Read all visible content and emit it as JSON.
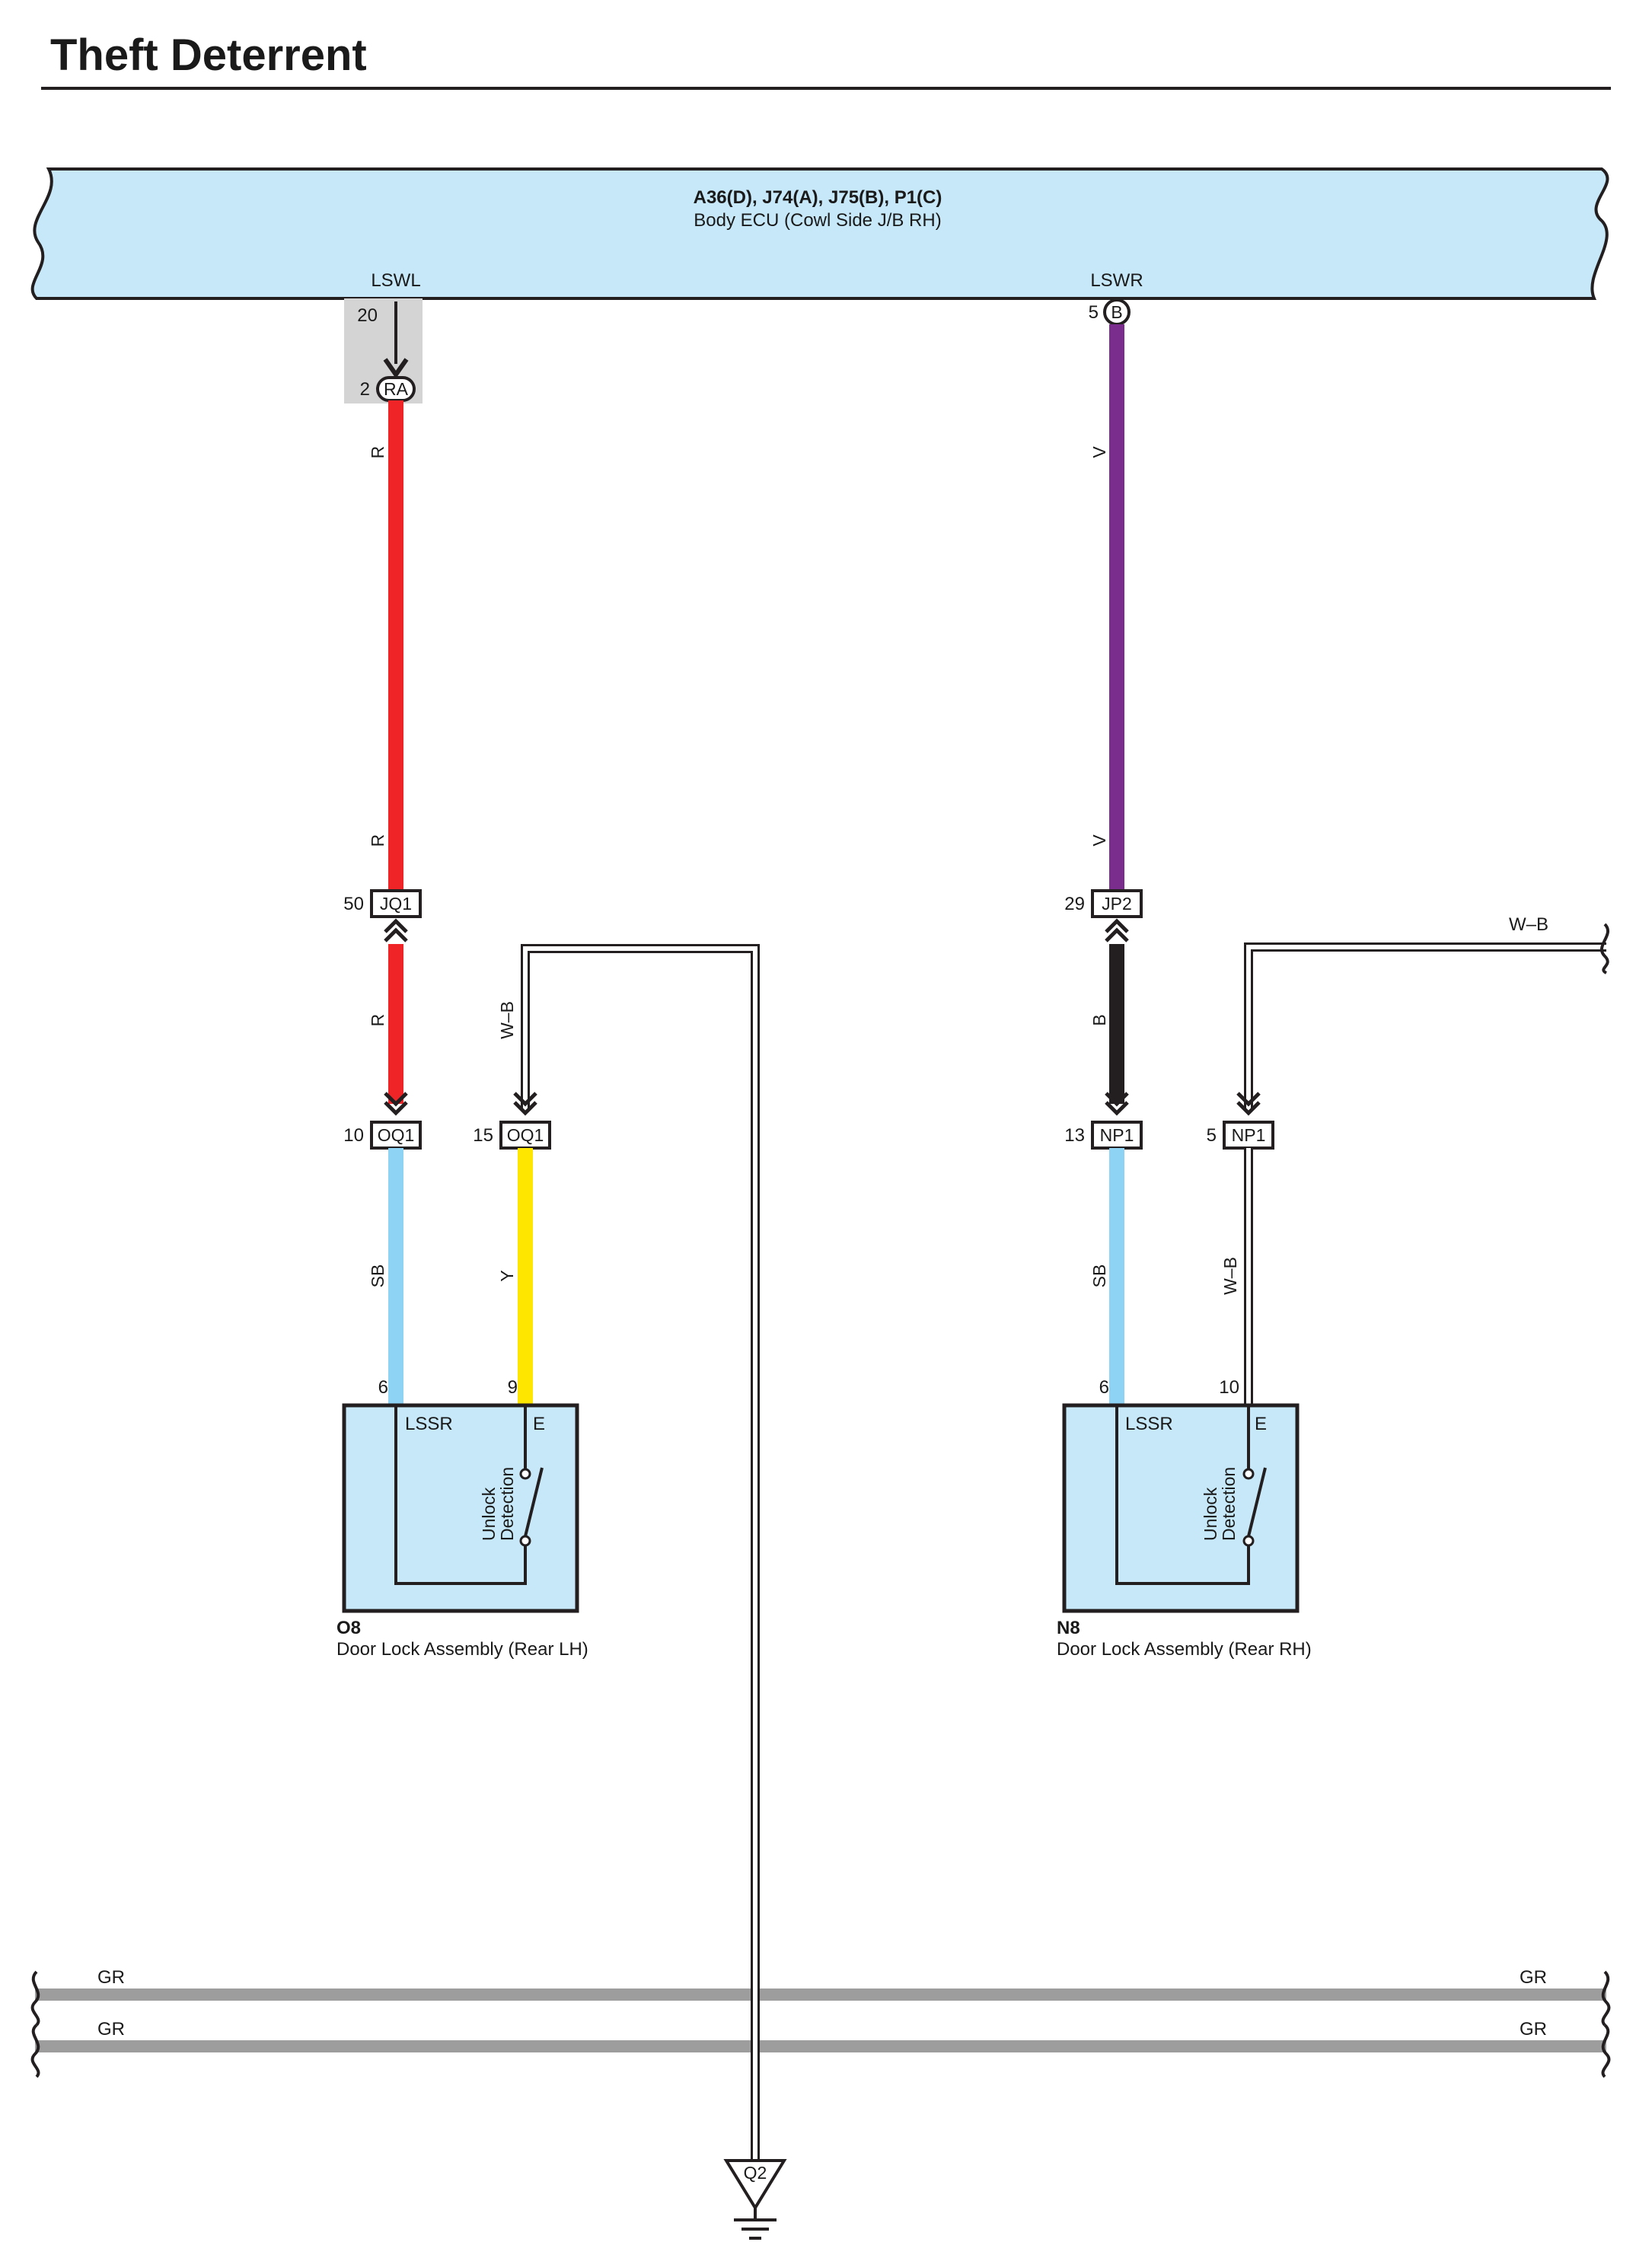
{
  "title": "Theft Deterrent",
  "ecu": {
    "connectors": "A36(D), J74(A), J75(B), P1(C)",
    "name": "Body ECU (Cowl Side J/B RH)",
    "pin_left": "LSWL",
    "pin_right": "LSWR"
  },
  "connectors": {
    "ra": {
      "id": "RA",
      "pin_top": "20",
      "pin": "2"
    },
    "b": {
      "id": "B",
      "pin": "5"
    },
    "jq1": {
      "id": "JQ1",
      "pin": "50"
    },
    "jp2": {
      "id": "JP2",
      "pin": "29"
    },
    "oq1_a": {
      "id": "OQ1",
      "pin": "10"
    },
    "oq1_b": {
      "id": "OQ1",
      "pin": "15"
    },
    "np1_a": {
      "id": "NP1",
      "pin": "13"
    },
    "np1_b": {
      "id": "NP1",
      "pin": "5"
    }
  },
  "wire_labels": {
    "r": "R",
    "v": "V",
    "b": "B",
    "sb": "SB",
    "y": "Y",
    "wb": "W–B",
    "gr": "GR"
  },
  "colors": {
    "r": "#ee2427",
    "v": "#7b2d8e",
    "b": "#231f20",
    "sb": "#8fd3f4",
    "y": "#ffe600",
    "gr": "#9d9d9d",
    "ecu_fill": "#c6e8f9",
    "box_fill": "#c6e8f9",
    "shade": "#d4d4d4"
  },
  "components": {
    "left": {
      "code": "O8",
      "name": "Door Lock Assembly (Rear LH)",
      "pin_lssr": "6",
      "pin_e": "9",
      "label_lssr": "LSSR",
      "label_e": "E",
      "switch_line1": "Unlock",
      "switch_line2": "Detection"
    },
    "right": {
      "code": "N8",
      "name": "Door Lock Assembly (Rear RH)",
      "pin_lssr": "6",
      "pin_e": "10",
      "label_lssr": "LSSR",
      "label_e": "E",
      "switch_line1": "Unlock",
      "switch_line2": "Detection"
    }
  },
  "ground": {
    "id": "Q2"
  }
}
